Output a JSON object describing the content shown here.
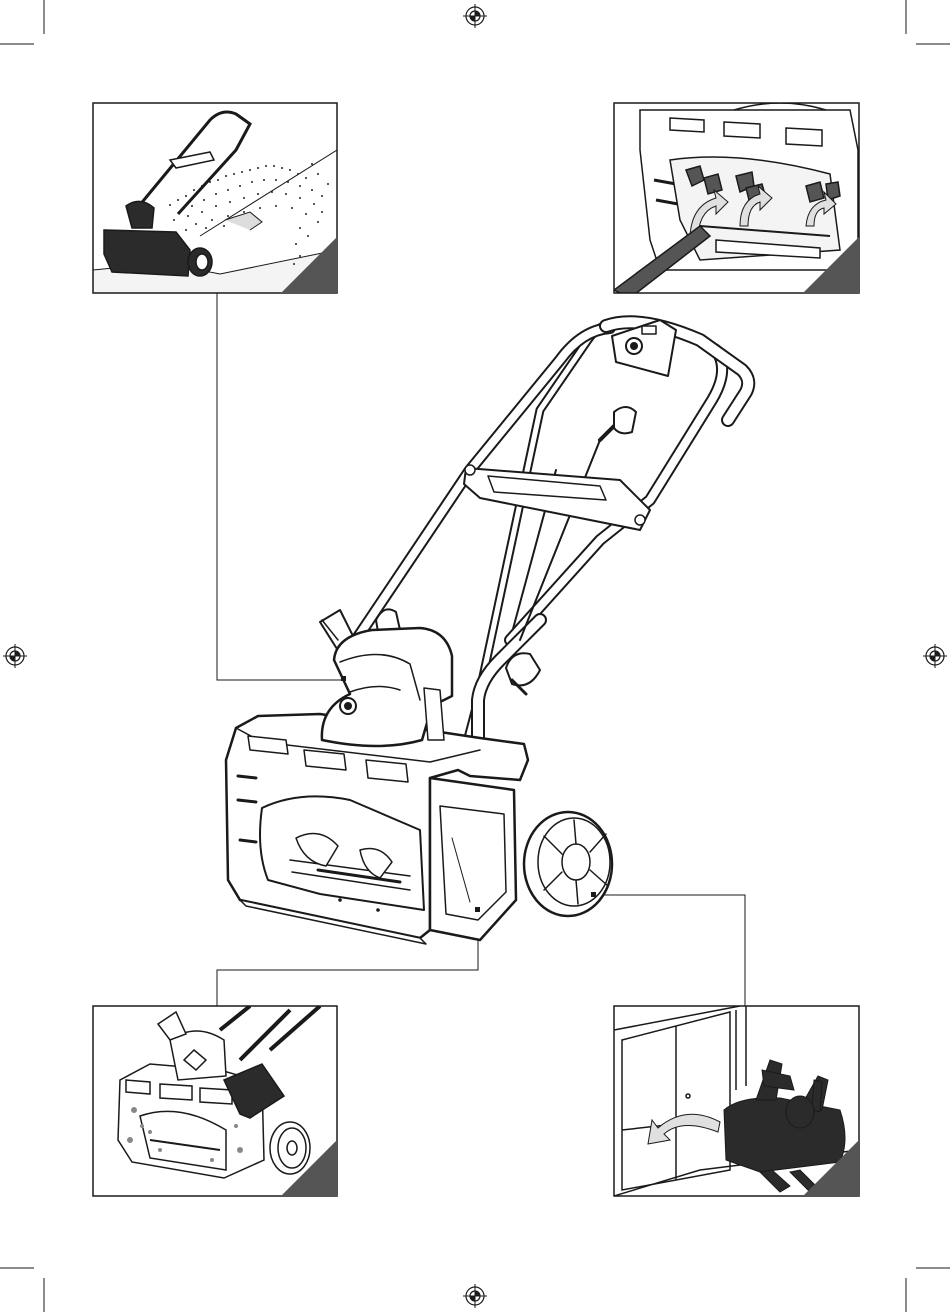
{
  "page": {
    "type": "instruction-manual-illustration",
    "subject": "snow-thrower",
    "text": []
  },
  "registration_marks": [
    {
      "name": "registration-mark-top"
    },
    {
      "name": "registration-mark-bottom"
    },
    {
      "name": "registration-mark-left"
    },
    {
      "name": "registration-mark-right"
    }
  ],
  "detail_panels": [
    {
      "name": "panel-top-left",
      "depicts": "snow-thrower-discharging-snow"
    },
    {
      "name": "panel-top-right",
      "depicts": "clearing-auger-with-stick"
    },
    {
      "name": "panel-bottom-left",
      "depicts": "cleaning-housing-with-cloth"
    },
    {
      "name": "panel-bottom-right",
      "depicts": "storing-machine-indoors"
    }
  ],
  "colors": {
    "line": "#1a1a1a",
    "panel_corner": "#555555",
    "snow": "#222222",
    "dark_fill": "#2b2b2b",
    "light_fill": "#f4f4f4",
    "arrow_fill": "#e0e0e0"
  }
}
